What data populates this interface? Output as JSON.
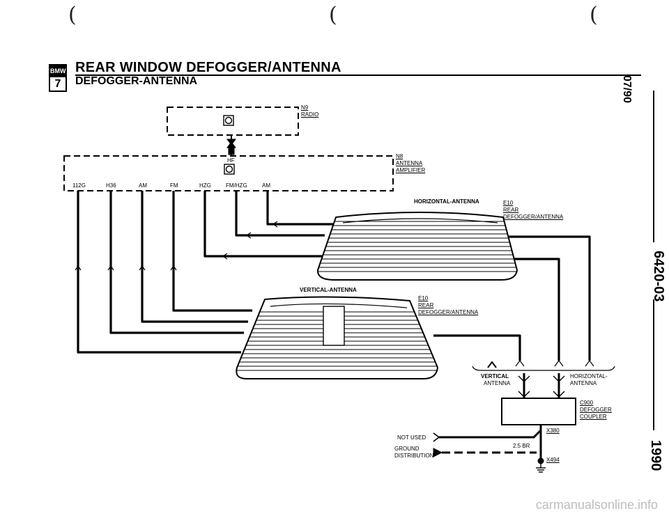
{
  "header": {
    "logo_top": "BMW",
    "logo_bottom": "7",
    "title": "REAR WINDOW DEFOGGER/ANTENNA",
    "subtitle": "DEFOGGER-ANTENNA"
  },
  "margin": {
    "date": "07/90",
    "group": "6420-03",
    "year": "1990"
  },
  "components": {
    "radio_id": "N9",
    "radio_name": "RADIO",
    "amp_id": "N8",
    "amp_name_1": "ANTENNA",
    "amp_name_2": "AMPLIFIER",
    "hf_label": "HF",
    "horizontal_antenna_label": "HORIZONTAL-ANTENNA",
    "vertical_antenna_label": "VERTICAL-ANTENNA",
    "glass1_id": "E10",
    "glass1_name_1": "REAR",
    "glass1_name_2": "DEFOGGER/ANTENNA",
    "glass2_id": "E10",
    "glass2_name_1": "REAR",
    "glass2_name_2": "DEFOGGER/ANTENNA",
    "vertical_conn_1": "VERTICAL",
    "vertical_conn_2": "ANTENNA",
    "horizontal_conn_1": "HORIZONTAL-",
    "horizontal_conn_2": "ANTENNA",
    "coupler_id": "C900",
    "coupler_name_1": "DEFOGGER",
    "coupler_name_2": "COUPLER",
    "x380": "X380",
    "x494": "X494",
    "not_used": "NOT USED",
    "ground_1": "GROUND",
    "ground_2": "DISTRIBUTION",
    "wire_spec": "2.5 BR"
  },
  "amp_pins": [
    "112G",
    "H36",
    "AM",
    "FM",
    "HZG",
    "FM/HZG",
    "AM"
  ],
  "watermark": "carmanualsonline.info"
}
